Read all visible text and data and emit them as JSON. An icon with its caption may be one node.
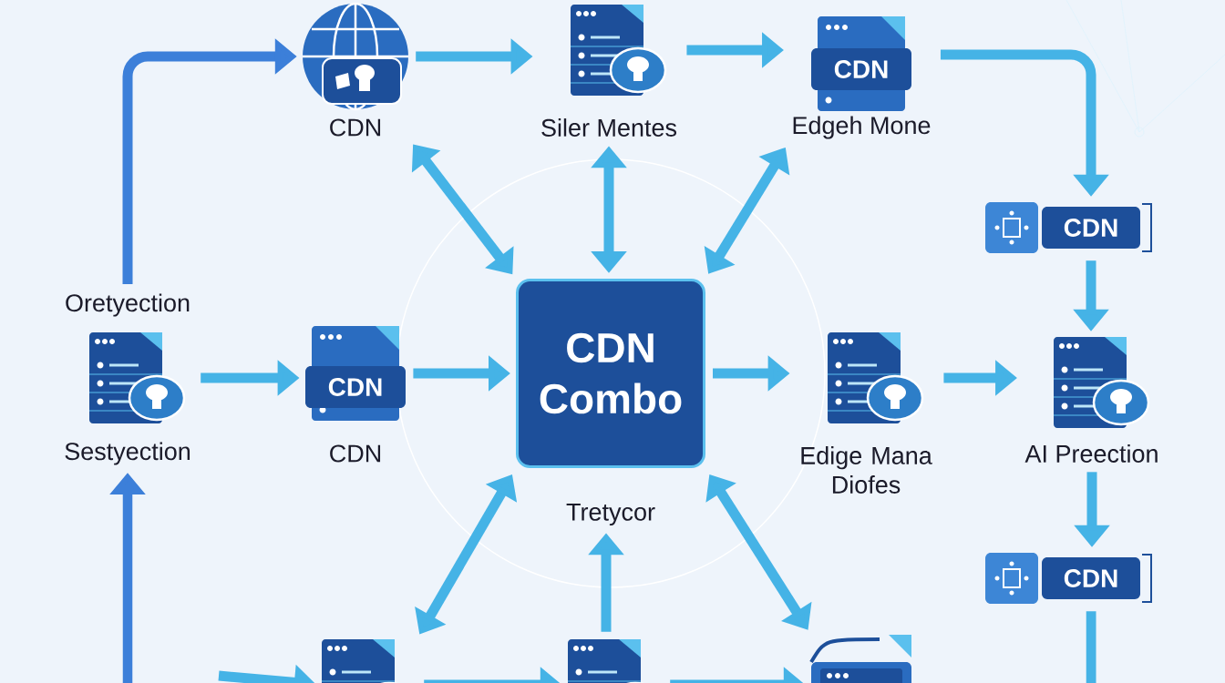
{
  "diagram": {
    "nodes": [
      {
        "text": [
          "CDN"
        ]
      },
      {
        "text": [
          "Siler Mentes"
        ]
      },
      {
        "text": [
          "CDN",
          "Edgeh Mone"
        ]
      },
      {
        "text": [
          "CDN"
        ]
      },
      {
        "text": [
          "AI Preection"
        ]
      },
      {
        "text": [
          "CDN"
        ]
      },
      {
        "text": [
          "Oretyection",
          "Sestyection"
        ]
      },
      {
        "text": [
          "CDN",
          "CDN"
        ]
      },
      {
        "text": [
          "CDN Combo"
        ]
      },
      {
        "text": [
          "Edige Mana Diofes"
        ]
      },
      {
        "text": [
          "Tretycor"
        ]
      },
      {
        "text": [],
        "shape": "picture"
      },
      {
        "text": [],
        "shape": "picture"
      },
      {
        "text": [],
        "shape": "picture"
      }
    ],
    "edges": [
      {
        "from": 6,
        "to": 0,
        "arrow": "to",
        "color": "#3c7fd9"
      },
      {
        "from": 0,
        "to": 1,
        "arrow": "to"
      },
      {
        "from": 1,
        "to": 2,
        "arrow": "to"
      },
      {
        "from": 2,
        "to": 3,
        "arrow": "to"
      },
      {
        "from": 3,
        "to": 4,
        "arrow": "to"
      },
      {
        "from": 4,
        "to": 5,
        "arrow": "to"
      },
      {
        "from": 5,
        "to": null,
        "arrow": "none"
      },
      {
        "from": 6,
        "to": 7,
        "arrow": "to"
      },
      {
        "from": 7,
        "to": 8,
        "arrow": "to"
      },
      {
        "from": 8,
        "to": 9,
        "arrow": "to"
      },
      {
        "from": 9,
        "to": 4,
        "arrow": "to"
      },
      {
        "from": 0,
        "to": 8,
        "arrow": "both"
      },
      {
        "from": 1,
        "to": 8,
        "arrow": "both"
      },
      {
        "from": 2,
        "to": 8,
        "arrow": "both"
      },
      {
        "from": 8,
        "to": 11,
        "arrow": "both"
      },
      {
        "from": 12,
        "to": 10,
        "arrow": "to"
      },
      {
        "from": 8,
        "to": 13,
        "arrow": "both"
      },
      {
        "from": null,
        "to": 6,
        "arrow": "to",
        "color": "#3c7fd9"
      },
      {
        "from": null,
        "to": 11,
        "arrow": "to"
      },
      {
        "from": 11,
        "to": 12,
        "arrow": "to"
      },
      {
        "from": 12,
        "to": 13,
        "arrow": "to"
      }
    ]
  }
}
